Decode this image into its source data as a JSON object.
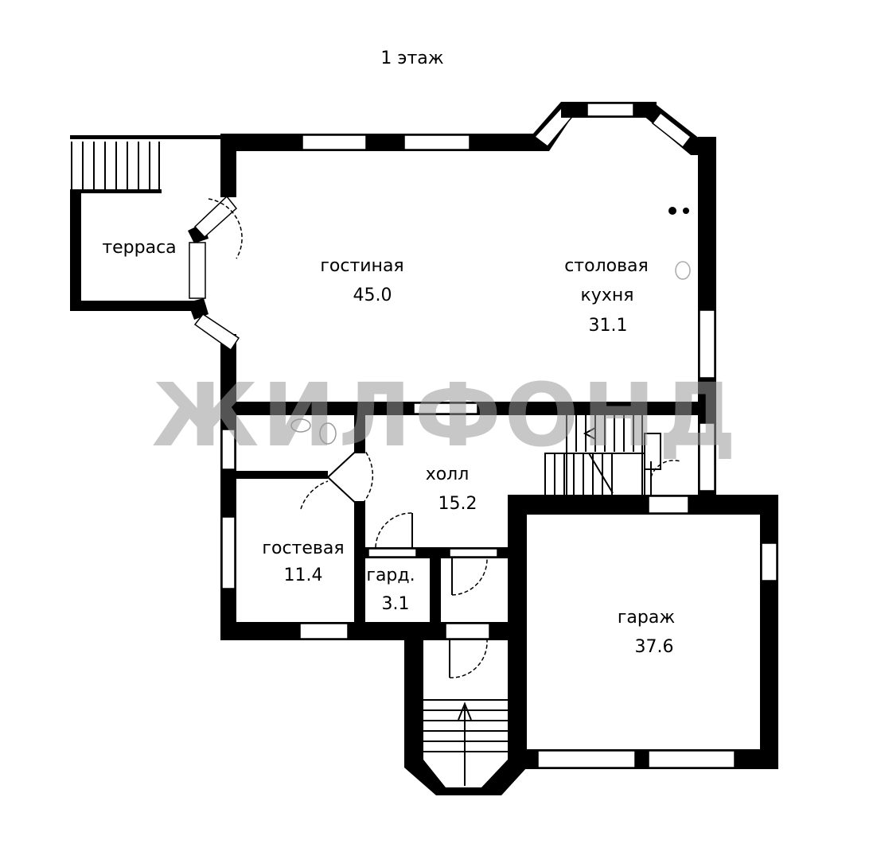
{
  "title": "1 этаж",
  "watermark": "ЖИЛФОНД",
  "rooms": [
    {
      "name": "терраса",
      "area": ""
    },
    {
      "name": "гостиная",
      "area": "45.0"
    },
    {
      "name": "столовая",
      "name2": "кухня",
      "area": "31.1"
    },
    {
      "name": "холл",
      "area": "15.2"
    },
    {
      "name": "гостевая",
      "area": "11.4"
    },
    {
      "name": "гард.",
      "area": "3.1"
    },
    {
      "name": "гараж",
      "area": "37.6"
    }
  ]
}
